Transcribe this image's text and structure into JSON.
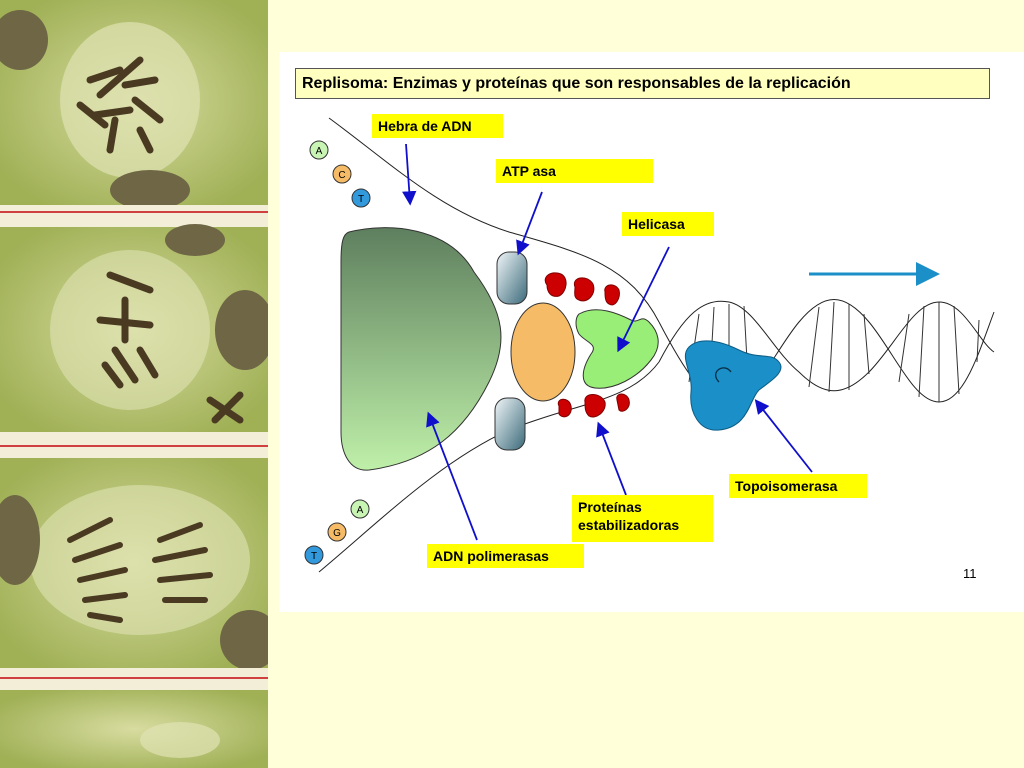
{
  "slide": {
    "title": "Replisoma: Enzimas y proteínas que son responsables de la replicación",
    "page_number": "11"
  },
  "labels": {
    "dna_strand": "Hebra de ADN",
    "atpase": "ATP asa",
    "helicase": "Helicasa",
    "topoisomerase": "Topoisomerasa",
    "stabilizing_proteins_line1": "Proteínas",
    "stabilizing_proteins_line2": "estabilizadoras",
    "dna_polymerases": "ADN polimerasas"
  },
  "nucleotides_top": [
    "A",
    "C",
    "T"
  ],
  "nucleotides_bottom": [
    "A",
    "G",
    "T"
  ],
  "colors": {
    "background": "#ffffd9",
    "label_fill": "#ffff00",
    "title_fill": "#ffffc0",
    "arrow": "#1010cc",
    "polymerase_dark": "#5e7f5e",
    "polymerase_light": "#bff0a9",
    "helicase": "#99ee77",
    "topoisomerase": "#1a8fc8",
    "ssb": "#cc0000",
    "atpase_orange": "#f5bb66",
    "nucleotide_A": "#c8f5b4",
    "nucleotide_C": "#f5bb66",
    "nucleotide_G": "#f5bb66",
    "nucleotide_T": "#3399dd",
    "direction_arrow": "#1a8fc8"
  }
}
